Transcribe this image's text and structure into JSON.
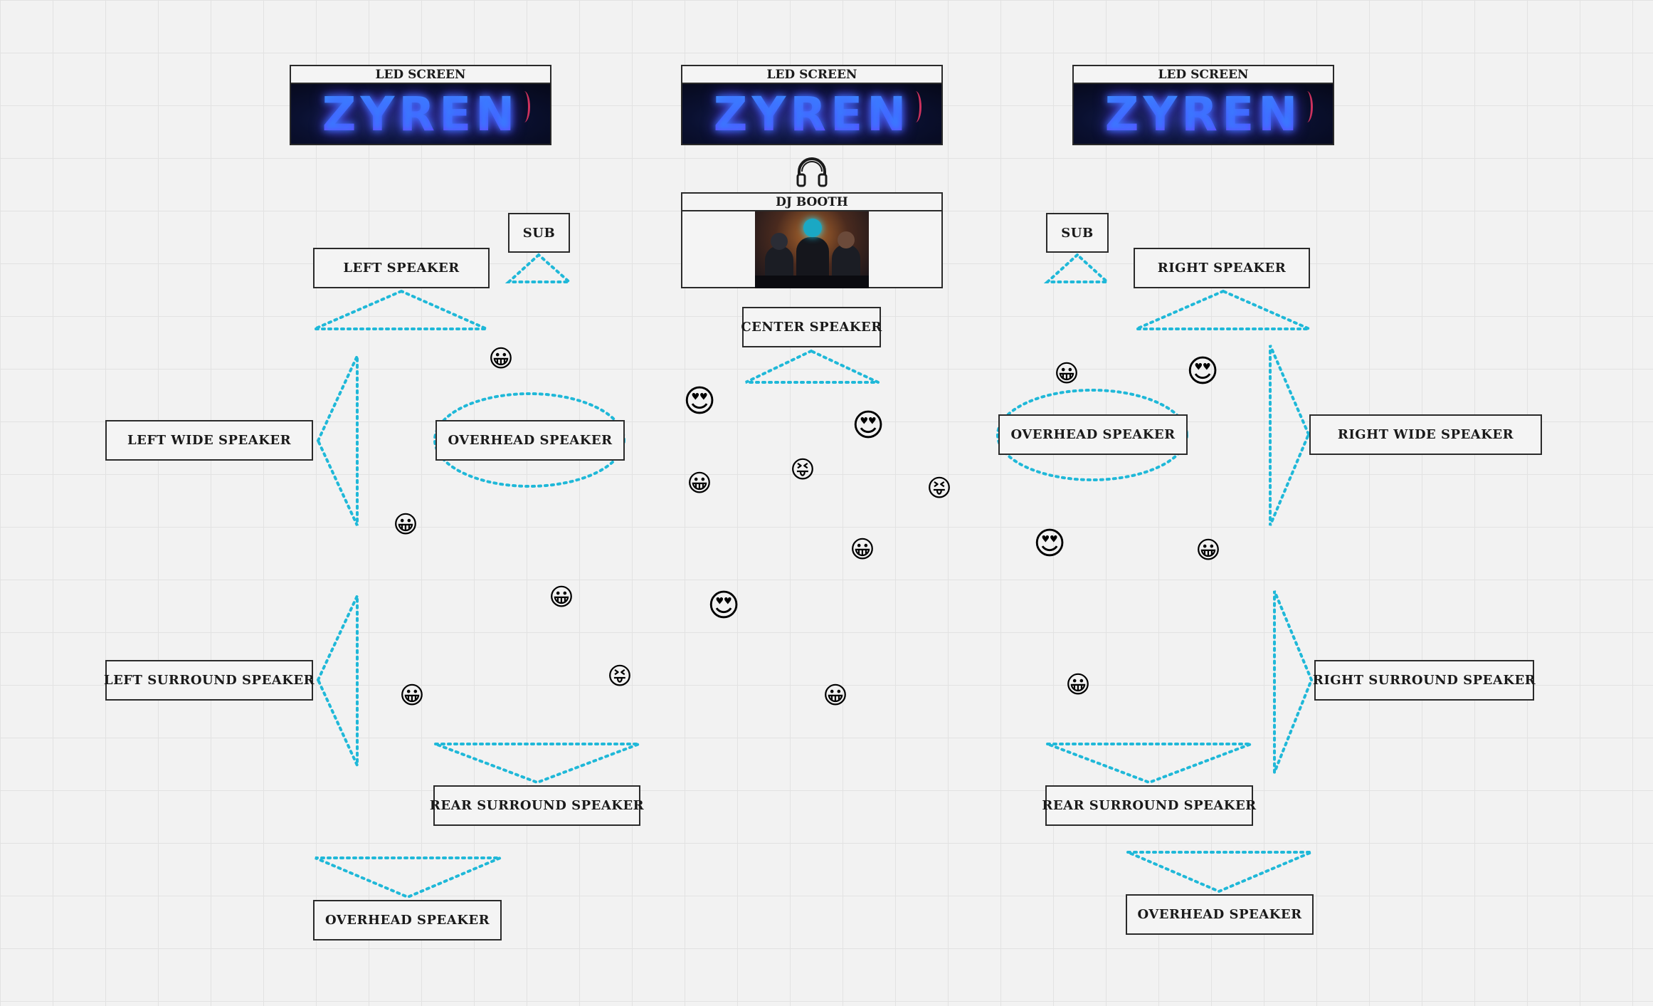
{
  "led_screen_label": "LED SCREEN",
  "led_screen_brand": "ZYREN",
  "dj_booth": {
    "label": "DJ BOOTH"
  },
  "speakers": {
    "left_speaker": "LEFT SPEAKER",
    "right_speaker": "RIGHT SPEAKER",
    "sub": "SUB",
    "center_speaker": "CENTER SPEAKER",
    "left_wide_speaker": "LEFT WIDE SPEAKER",
    "right_wide_speaker": "RIGHT  WIDE SPEAKER",
    "overhead_speaker": "OVERHEAD SPEAKER",
    "left_surround_speaker": "LEFT SURROUND SPEAKER",
    "right_surround_speaker": "RIGHT SURROUND SPEAKER",
    "rear_surround_speaker": "REAR SURROUND SPEAKER"
  },
  "colors": {
    "speaker_beam": "#1fb8d8",
    "box_border": "#2a2a2a",
    "brand_glow": "#3a7bff"
  },
  "icons": {
    "dj": "headphones-icon",
    "audience": [
      "grinning-face",
      "heart-eyes-face",
      "squinting-tongue-face"
    ]
  }
}
